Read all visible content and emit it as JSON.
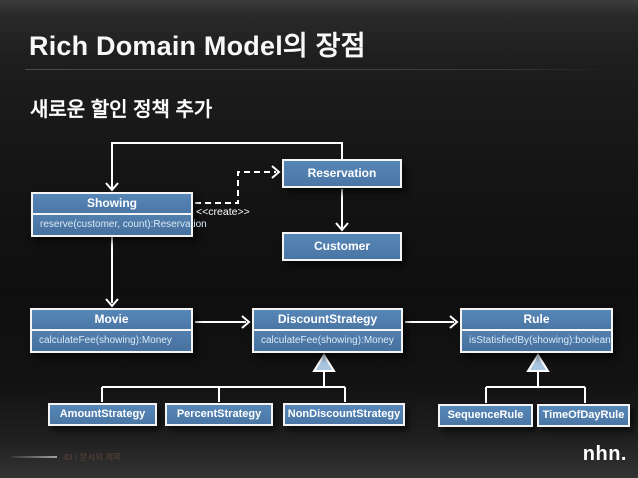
{
  "slide": {
    "title": "Rich Domain Model의 장점",
    "subtitle": "새로운 할인 정책 추가"
  },
  "diagram": {
    "stereotype_label": "<<create>>",
    "nodes": {
      "showing": {
        "title": "Showing",
        "method": "reserve(customer, count):Reservation"
      },
      "reservation": {
        "title": "Reservation"
      },
      "customer": {
        "title": "Customer"
      },
      "movie": {
        "title": "Movie",
        "method": "calculateFee(showing):Money"
      },
      "discount_strategy": {
        "title": "DiscountStrategy",
        "method": "calculateFee(showing):Money"
      },
      "rule": {
        "title": "Rule",
        "method": "isStatisfiedBy(showing):boolean"
      },
      "amount_strategy": {
        "title": "AmountStrategy"
      },
      "percent_strategy": {
        "title": "PercentStrategy"
      },
      "non_discount_strategy": {
        "title": "NonDiscountStrategy"
      },
      "sequence_rule": {
        "title": "SequenceRule"
      },
      "time_of_day_rule": {
        "title": "TimeOfDayRule"
      }
    },
    "colors": {
      "node_fill": "#4d7dad",
      "node_border": "#ffffff",
      "generalization_triangle_fill": "#a9c6e0",
      "connector": "#ffffff"
    }
  },
  "footer": {
    "page_label": "43 / 문서의 제목",
    "logo_text": "nhn."
  }
}
